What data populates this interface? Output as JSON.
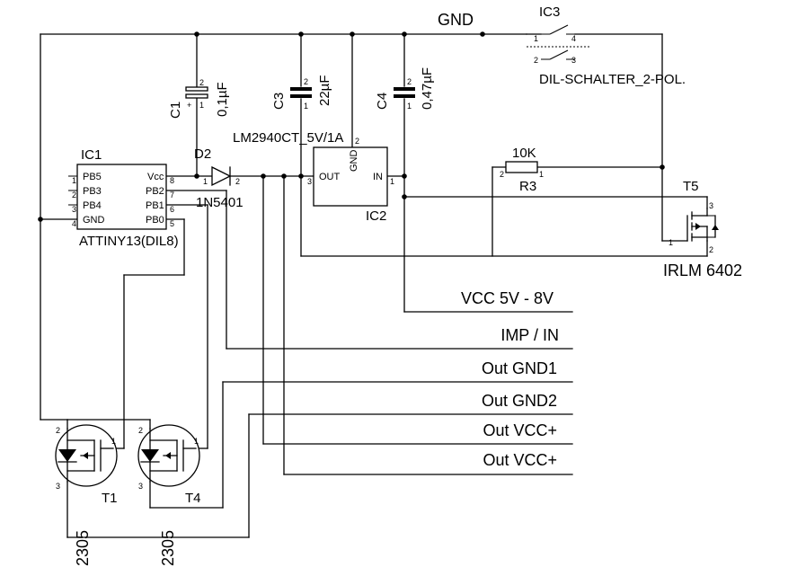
{
  "labels": {
    "gnd": "GND",
    "ic3_ref": "IC3",
    "ic3_value": "DIL-SCHALTER_2-POL.",
    "c1_ref": "C1",
    "c1_value": "0,1µF",
    "c3_ref": "C3",
    "c3_value": "22µF",
    "c4_ref": "C4",
    "c4_value": "0,47µF",
    "ic2_value": "LM2940CT_5V/1A",
    "ic2_ref": "IC2",
    "ic2_out": "OUT",
    "ic2_gnd": "GND",
    "ic2_in": "IN",
    "ic1_ref": "IC1",
    "ic1_value": "ATTINY13(DIL8)",
    "d2_ref": "D2",
    "d2_value": "1N5401",
    "r3_ref": "R3",
    "r3_value": "10K",
    "t5_ref": "T5",
    "t5_value": "IRLM 6402",
    "t1_ref": "T1",
    "t4_ref": "T4",
    "t1_value": "2305",
    "t4_value": "2305",
    "plus": "+"
  },
  "ic1_pins": {
    "pb5": "PB5",
    "pb3": "PB3",
    "pb4": "PB4",
    "gnd": "GND",
    "vcc": "Vcc",
    "pb2": "PB2",
    "pb1": "PB1",
    "pb0": "PB0"
  },
  "pin_numbers": {
    "one": "1",
    "two": "2",
    "three": "3",
    "four": "4",
    "five": "5",
    "six": "6",
    "seven": "7",
    "eight": "8"
  },
  "connectors": [
    "VCC 5V - 8V",
    "IMP / IN",
    "Out GND1",
    "Out GND2",
    "Out VCC+",
    "Out VCC+"
  ]
}
